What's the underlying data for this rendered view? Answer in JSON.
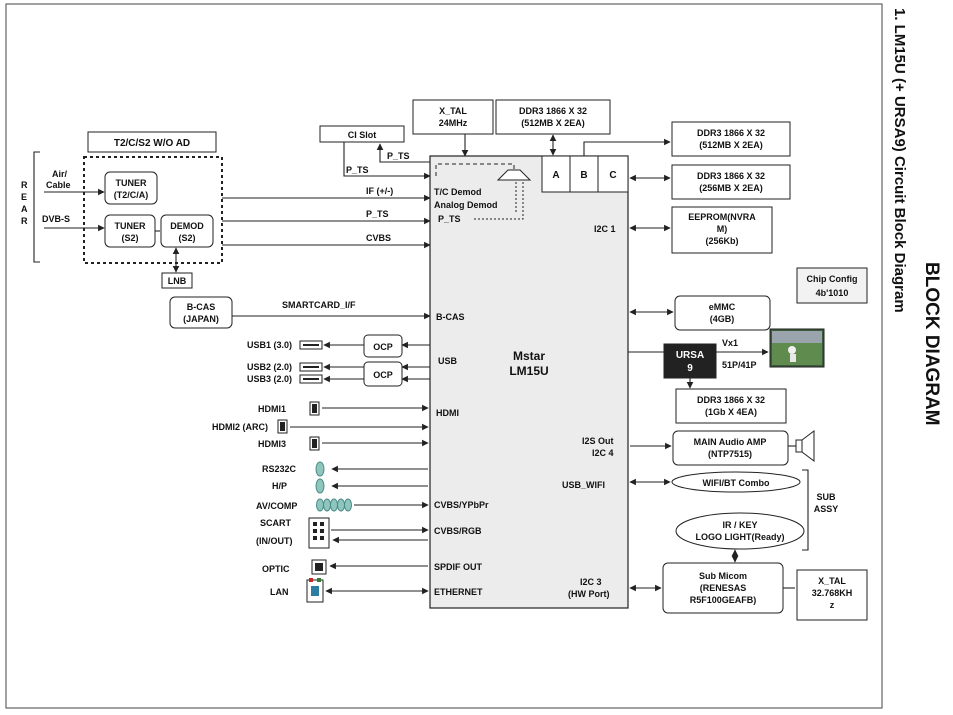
{
  "page_title": "BLOCK DIAGRAM",
  "subtitle": "1. LM15U (+ URSA9) Circuit  Block Diagram",
  "rear_label": "REAR",
  "front_end": {
    "group_title": "T2/C/S2 W/O AD",
    "air_cable": [
      "Air/",
      "Cable"
    ],
    "dvbs": "DVB-S",
    "tuner1": [
      "TUNER",
      "(T2/C/A)"
    ],
    "tuner2": [
      "TUNER",
      "(S2)"
    ],
    "demod": [
      "DEMOD",
      "(S2)"
    ],
    "lnb": "LNB"
  },
  "ci_slot": "CI Slot",
  "signals": {
    "p_ts_1": "P_TS",
    "p_ts_2": "P_TS",
    "if": "IF (+/-)",
    "p_ts_3": "P_TS",
    "cvbs": "CVBS",
    "smartcard": "SMARTCARD_I/F"
  },
  "bcas": [
    "B-CAS",
    "(JAPAN)"
  ],
  "xtal_main": [
    "X_TAL",
    "24MHz"
  ],
  "ddr_main": [
    "DDR3 1866 X 32",
    "(512MB X 2EA)"
  ],
  "ddr_a": [
    "DDR3  1866 X 32",
    "(512MB X 2EA)"
  ],
  "ddr_b": [
    "DDR3  1866 X 32",
    "(256MB X 2EA)"
  ],
  "eeprom": [
    "EEPROM(NVRA",
    "M)",
    "(256Kb)"
  ],
  "chip_config": [
    "Chip Config",
    "4b'1010"
  ],
  "emmc": [
    "eMMC",
    "(4GB)"
  ],
  "soc": {
    "name": [
      "Mstar",
      "LM15U"
    ],
    "port_a": "A",
    "port_b": "B",
    "port_c": "C",
    "tc_demod": "T/C  Demod",
    "analog_demod": "Analog Demod",
    "p_ts": "P_TS",
    "i2c1": "I2C 1",
    "bcas": "B-CAS",
    "usb": "USB",
    "hdmi": "HDMI",
    "i2s_out": "I2S Out",
    "i2c4": "I2C 4",
    "usb_wifi": "USB_WIFI",
    "cvbs_ypbpr": "CVBS/YPbPr",
    "cvbs_rgb": "CVBS/RGB",
    "spdif": "SPDIF OUT",
    "ethernet": "ETHERNET",
    "i2c3": [
      "I2C 3",
      "(HW Port)"
    ]
  },
  "ursa": [
    "URSA",
    "9"
  ],
  "vx1": "Vx1",
  "panel_res": "51P/41P",
  "ddr_ursa": [
    "DDR3 1866 X 32",
    "(1Gb X 4EA)"
  ],
  "audio_amp": [
    "MAIN Audio AMP",
    "(NTP7515)"
  ],
  "wifi_bt": "WIFI/BT Combo",
  "sub_assy": [
    "SUB",
    "ASSY"
  ],
  "ir_key": [
    "IR / KEY",
    "LOGO LIGHT(Ready)"
  ],
  "sub_micom": [
    "Sub Micom",
    "(RENESAS",
    "R5F100GEAFB)"
  ],
  "xtal_sub": [
    "X_TAL",
    "32.768KH",
    "z"
  ],
  "ocp": "OCP",
  "ocp2": "OCP",
  "io": {
    "usb1": "USB1 (3.0)",
    "usb2": "USB2 (2.0)",
    "usb3": "USB3 (2.0)",
    "hdmi1": "HDMI1",
    "hdmi2": "HDMI2 (ARC)",
    "hdmi3": "HDMI3",
    "rs232c": "RS232C",
    "hp": "H/P",
    "av_comp": "AV/COMP",
    "scart": [
      "SCART",
      "(IN/OUT)"
    ],
    "optic": "OPTIC",
    "lan": "LAN"
  },
  "colors": {
    "line": "#222222",
    "soc_fill": "#ececec",
    "ursa_fill": "#222222",
    "jack_fill": "#8ec5bf"
  }
}
